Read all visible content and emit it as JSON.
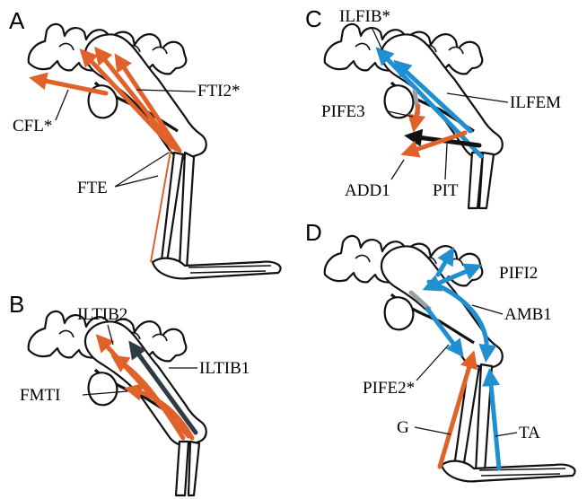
{
  "colors": {
    "orange": "#e0622a",
    "blue": "#1f8fd0",
    "dark": "#2e3b44",
    "gray": "#9aa0a6"
  },
  "panels": [
    {
      "letter": "A",
      "labels": [
        "CFL*",
        "FTI2*",
        "FTE"
      ]
    },
    {
      "letter": "B",
      "labels": [
        "ILTIB2",
        "ILTIB1",
        "FMTI"
      ]
    },
    {
      "letter": "C",
      "labels": [
        "ILFIB*",
        "ILFEM",
        "PIFE3",
        "ADD1",
        "PIT"
      ]
    },
    {
      "letter": "D",
      "labels": [
        "PIFI2",
        "AMB1",
        "PIFE2*",
        "G",
        "TA"
      ]
    }
  ]
}
